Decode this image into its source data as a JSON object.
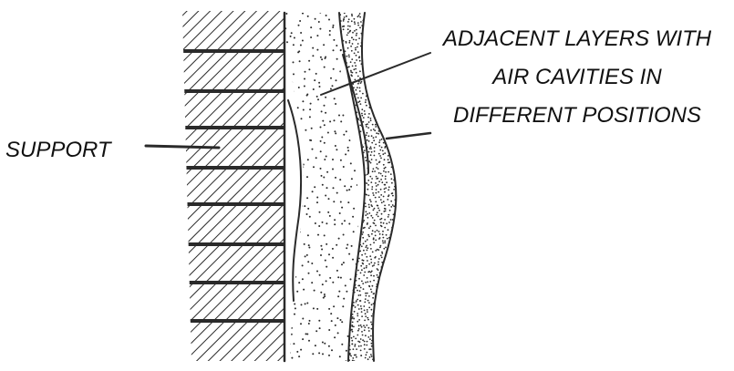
{
  "labels": {
    "support": "SUPPORT",
    "layers_line1": "ADJACENT LAYERS WITH",
    "layers_line2": "AIR CAVITIES  IN",
    "layers_line3": "DIFFERENT POSITIONS"
  },
  "colors": {
    "ink": "#2a2a2a",
    "background": "#ffffff"
  }
}
